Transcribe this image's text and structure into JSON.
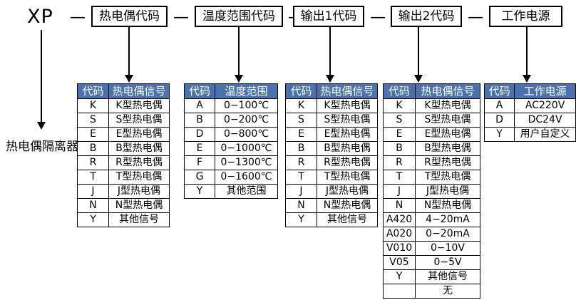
{
  "model": {
    "prefix": "XP",
    "separator": "—",
    "segments": [
      {
        "label": "热电偶代码"
      },
      {
        "label": "温度范围代码"
      },
      {
        "label": "输出1代码"
      },
      {
        "label": "输出2代码"
      },
      {
        "label": "工作电源"
      }
    ]
  },
  "product_caption": "热电偶隔离器",
  "colors": {
    "header_blue": "#4a72ad",
    "header_text": "#ffffff",
    "border": "#000000",
    "background": "#ffffff"
  },
  "tables": {
    "thermocouple": {
      "headers": [
        "代码",
        "热电偶信号"
      ],
      "rows": [
        [
          "K",
          "K型热电偶"
        ],
        [
          "S",
          "S型热电偶"
        ],
        [
          "E",
          "E型热电偶"
        ],
        [
          "B",
          "B型热电偶"
        ],
        [
          "R",
          "R型热电偶"
        ],
        [
          "T",
          "T型热电偶"
        ],
        [
          "J",
          "J型热电偶"
        ],
        [
          "N",
          "N型热电偶"
        ],
        [
          "Y",
          "其他信号"
        ]
      ]
    },
    "temp_range": {
      "headers": [
        "代码",
        "温度范围"
      ],
      "rows": [
        [
          "A",
          "0−100℃"
        ],
        [
          "B",
          "0−200℃"
        ],
        [
          "D",
          "0−800℃"
        ],
        [
          "E",
          "0−1000℃"
        ],
        [
          "F",
          "0−1300℃"
        ],
        [
          "G",
          "0−1600℃"
        ],
        [
          "Y",
          "其他范围"
        ]
      ]
    },
    "output1": {
      "headers": [
        "代码",
        "热电偶信号"
      ],
      "rows": [
        [
          "K",
          "K型热电偶"
        ],
        [
          "S",
          "S型热电偶"
        ],
        [
          "E",
          "E型热电偶"
        ],
        [
          "B",
          "B型热电偶"
        ],
        [
          "R",
          "R型热电偶"
        ],
        [
          "T",
          "T型热电偶"
        ],
        [
          "J",
          "J型热电偶"
        ],
        [
          "N",
          "N型热电偶"
        ],
        [
          "Y",
          "其他信号"
        ]
      ]
    },
    "output2": {
      "headers": [
        "代码",
        "热电偶信号"
      ],
      "rows": [
        [
          "K",
          "K型热电偶"
        ],
        [
          "S",
          "S型热电偶"
        ],
        [
          "E",
          "E型热电偶"
        ],
        [
          "B",
          "B型热电偶"
        ],
        [
          "R",
          "R型热电偶"
        ],
        [
          "T",
          "T型热电偶"
        ],
        [
          "J",
          "J型热电偶"
        ],
        [
          "N",
          "N型热电偶"
        ],
        [
          "A420",
          "4−20mA"
        ],
        [
          "A020",
          "0−20mA"
        ],
        [
          "V010",
          "0−10V"
        ],
        [
          "V05",
          "0−5V"
        ],
        [
          "Y",
          "其他信号"
        ],
        [
          "",
          "无"
        ]
      ]
    },
    "power": {
      "headers": [
        "代码",
        "工作电源"
      ],
      "rows": [
        [
          "A",
          "AC220V"
        ],
        [
          "D",
          "DC24V"
        ],
        [
          "Y",
          "用户自定义"
        ]
      ]
    }
  }
}
